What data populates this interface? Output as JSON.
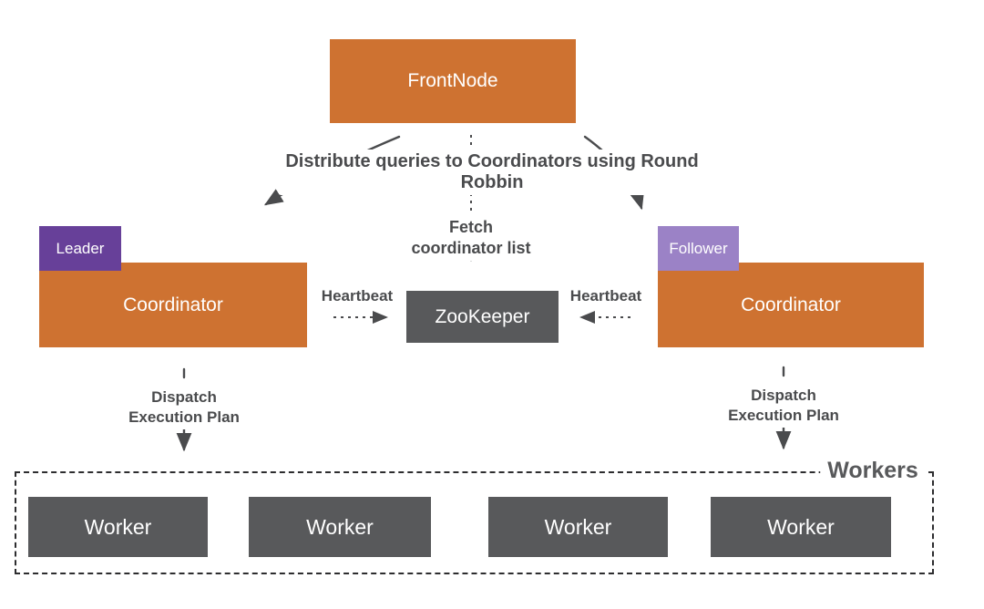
{
  "colors": {
    "orange": "#ce7231",
    "node_gray": "#58595b",
    "leader_purple": "#674099",
    "follower_purple": "#9b82c6",
    "label_gray": "#4a4b4d",
    "arrow_gray": "#4a4b4d"
  },
  "nodes": {
    "front_node": {
      "label": "FrontNode"
    },
    "coordinator_left": {
      "label": "Coordinator",
      "badge": "Leader"
    },
    "coordinator_right": {
      "label": "Coordinator",
      "badge": "Follower"
    },
    "zookeeper": {
      "label": "ZooKeeper"
    },
    "workers_group": {
      "label": "Workers"
    },
    "workers": [
      {
        "label": "Worker"
      },
      {
        "label": "Worker"
      },
      {
        "label": "Worker"
      },
      {
        "label": "Worker"
      }
    ]
  },
  "annotations": {
    "distribute_lines": [
      "Distribute queries to Coordinators using Round",
      "Robbin"
    ],
    "fetch_lines": [
      "Fetch",
      "coordinator list"
    ],
    "heartbeat_left": "Heartbeat",
    "heartbeat_right": "Heartbeat",
    "dispatch_left_lines": [
      "Dispatch",
      "Execution Plan"
    ],
    "dispatch_right_lines": [
      "Dispatch",
      "Execution Plan"
    ]
  }
}
